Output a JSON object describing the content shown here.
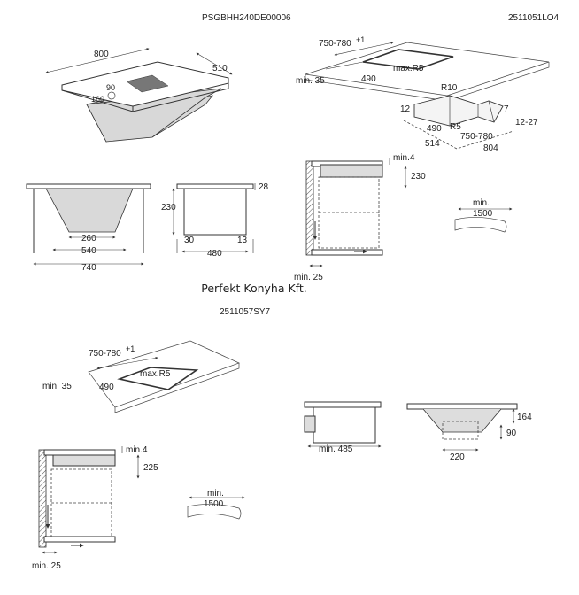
{
  "header": {
    "model_code": "PSGBHH240DE00006",
    "doc_code_right": "2511051LO4",
    "company": "Perfekt Konyha Kft.",
    "doc_code_mid": "2511057SY7"
  },
  "dims": {
    "hob_width": "800",
    "hob_depth": "510",
    "angle": "90",
    "depth160": "160",
    "side_28": "28",
    "side_230": "230",
    "front_260": "260",
    "front_540": "540",
    "front_740": "740",
    "side_30": "30",
    "side_13": "13",
    "side_480": "480",
    "cut_750_780": "750-780",
    "cut_sup": "+1",
    "cut_maxr5": "max.R5",
    "cut_min35": "min. 35",
    "cut_490": "490",
    "duct_r10": "R10",
    "duct_12": "12",
    "duct_7": "7",
    "duct_12_27": "12-27",
    "duct_490": "490",
    "duct_r5": "R5",
    "duct_750_780": "750-780",
    "duct_514": "514",
    "duct_804": "804",
    "cab_min4": "min.4",
    "cab_230": "230",
    "cab_min25": "min. 25",
    "air_min1500": "min.",
    "air_1500": "1500",
    "b_750_780": "750-780",
    "b_maxr5": "max.R5",
    "b_min35": "min. 35",
    "b_490": "490",
    "b_min4": "min.4",
    "b_225": "225",
    "b_min25": "min. 25",
    "b_air_min": "min.",
    "b_air_1500": "1500",
    "m_min485": "min. 485",
    "m_164": "164",
    "m_90": "90",
    "m_220": "220"
  }
}
